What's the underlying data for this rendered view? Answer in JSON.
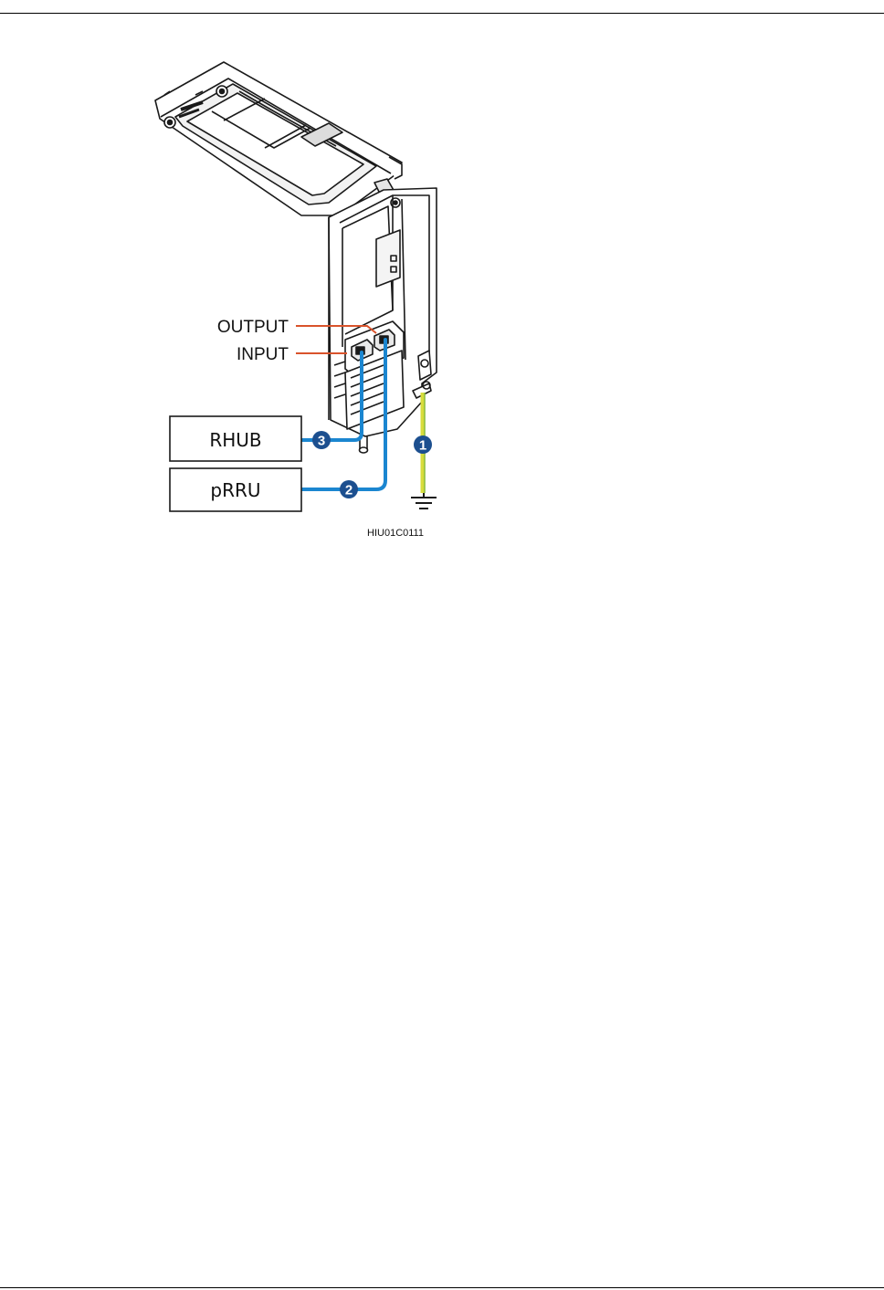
{
  "diagram": {
    "port_labels": {
      "output": "OUTPUT",
      "input": "INPUT"
    },
    "devices": {
      "rhub": "RHUB",
      "prru": "pRRU"
    },
    "callouts": {
      "ground": "1",
      "prru_cable": "2",
      "rhub_cable": "3"
    },
    "figure_code": "HIU01C0111",
    "colors": {
      "cable_blue": "#1b86d0",
      "leader_red": "#d9532b",
      "ground_yellow": "#d8dc3c",
      "ground_green": "#8fbf3f",
      "callout_fill": "#1c4f8f"
    },
    "icons": [
      "ground-symbol-icon"
    ]
  }
}
